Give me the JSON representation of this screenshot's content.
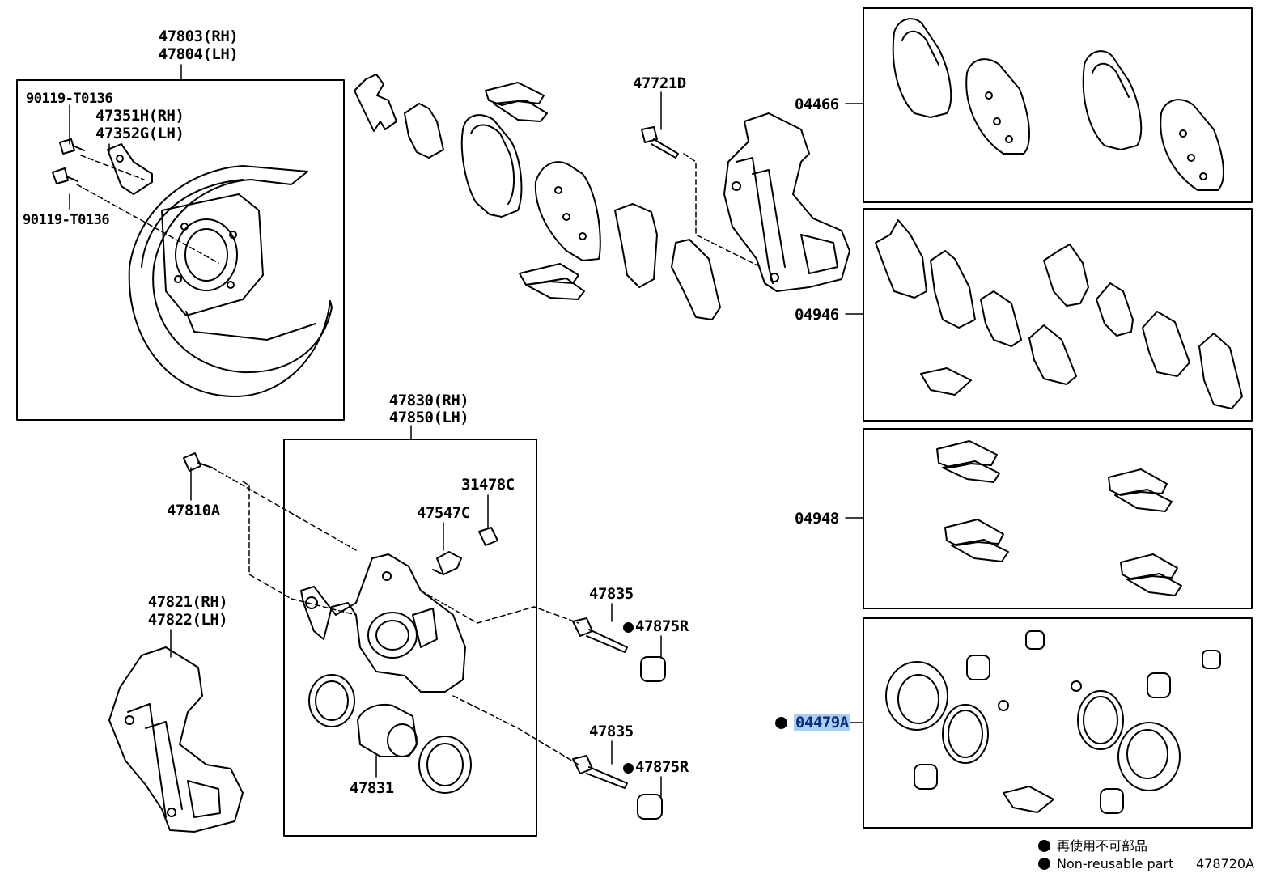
{
  "labels": {
    "shield_rh": "47803(RH)",
    "shield_lh": "47804(LH)",
    "bolt_top": "90119-T0136",
    "bracket_rh": "47351H(RH)",
    "bracket_lh": "47352G(LH)",
    "bolt_bottom": "90119-T0136",
    "mount_bolt": "47721D",
    "pads_kit": "04466",
    "shim_kit": "04946",
    "clip_kit": "04948",
    "seal_kit": "04479A",
    "caliper_rh": "47830(RH)",
    "caliper_lh": "47850(LH)",
    "bleeder_cap": "31478C",
    "bleeder_plug": "47547C",
    "union_bolt": "47810A",
    "mounting_rh": "47821(RH)",
    "mounting_lh": "47822(LH)",
    "slide_pin_1": "47835",
    "boot_1": "47875R",
    "slide_pin_2": "47835",
    "boot_2": "47875R",
    "piston": "47831"
  },
  "legend": {
    "jp": "再使用不可部品",
    "en": "Non-reusable part",
    "figure_code": "478720A"
  }
}
